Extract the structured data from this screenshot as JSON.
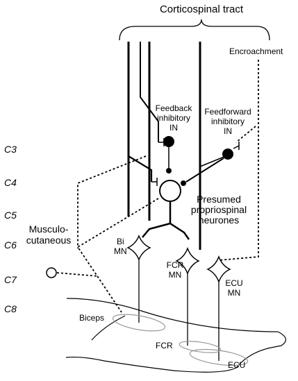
{
  "title": "Corticospinal tract",
  "encroachment": "Encroachment",
  "feedback": [
    "Feedback",
    "inhibitory",
    "IN"
  ],
  "feedforward": [
    "Feedforward",
    "inhibitory",
    "IN"
  ],
  "propriospinal": [
    "Presumed",
    "propriospinal",
    "neurones"
  ],
  "musculocutaneous": [
    "Musculo-",
    "cutaneous"
  ],
  "segments": [
    "C3",
    "C4",
    "C5",
    "C6",
    "C7",
    "C8"
  ],
  "bi_mn": [
    "Bi",
    "MN"
  ],
  "fcr_mn": [
    "FCR",
    "MN"
  ],
  "ecu_mn": [
    "ECU",
    "MN"
  ],
  "muscles": {
    "biceps": "Biceps",
    "fcr": "FCR",
    "ecu": "ECU"
  }
}
